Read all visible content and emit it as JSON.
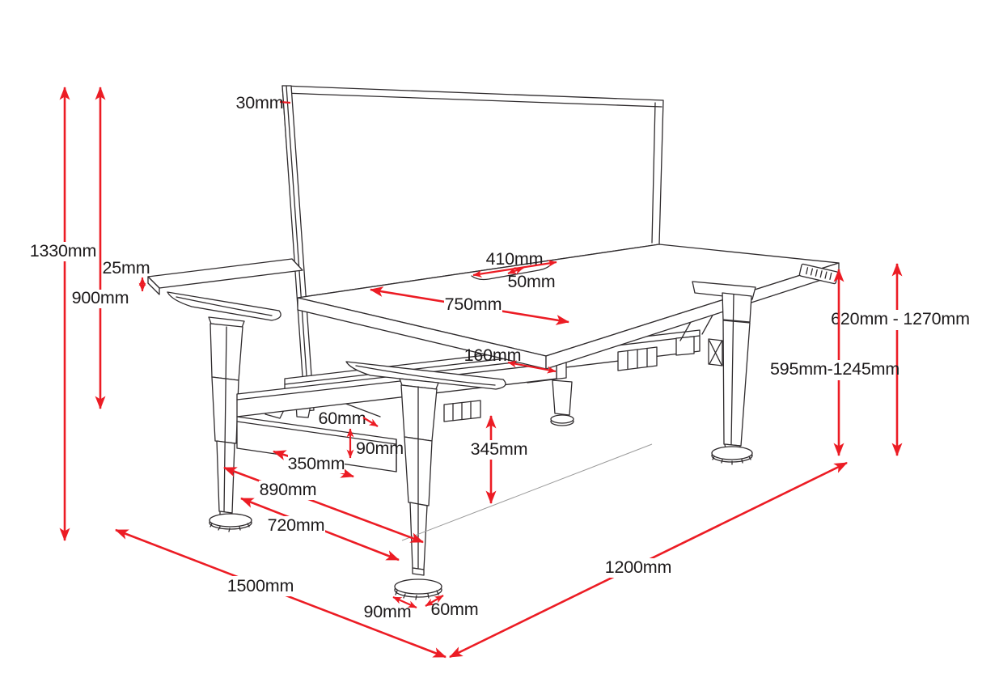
{
  "meta": {
    "type": "technical-dimension-diagram",
    "subject": "back-to-back height adjustable bench desk with divider screen",
    "unit": "mm",
    "background_color": "#ffffff",
    "dimension_color": "#EC1C24",
    "line_color": "#2f2b2d",
    "text_color": "#1d1a1b"
  },
  "dims": {
    "d30": "30mm",
    "d1330": "1330mm",
    "d900": "900mm",
    "d25": "25mm",
    "d410": "410mm",
    "d50": "50mm",
    "d750": "750mm",
    "d160": "160mm",
    "d60_tray": "60mm",
    "d90_tray": "90mm",
    "d350": "350mm",
    "d890": "890mm",
    "d720": "720mm",
    "d345": "345mm",
    "d620_1270": "620mm - 1270mm",
    "d595_1245": "595mm-1245mm",
    "d1200": "1200mm",
    "d1500": "1500mm",
    "d90_foot": "90mm",
    "d60_foot": "60mm"
  }
}
